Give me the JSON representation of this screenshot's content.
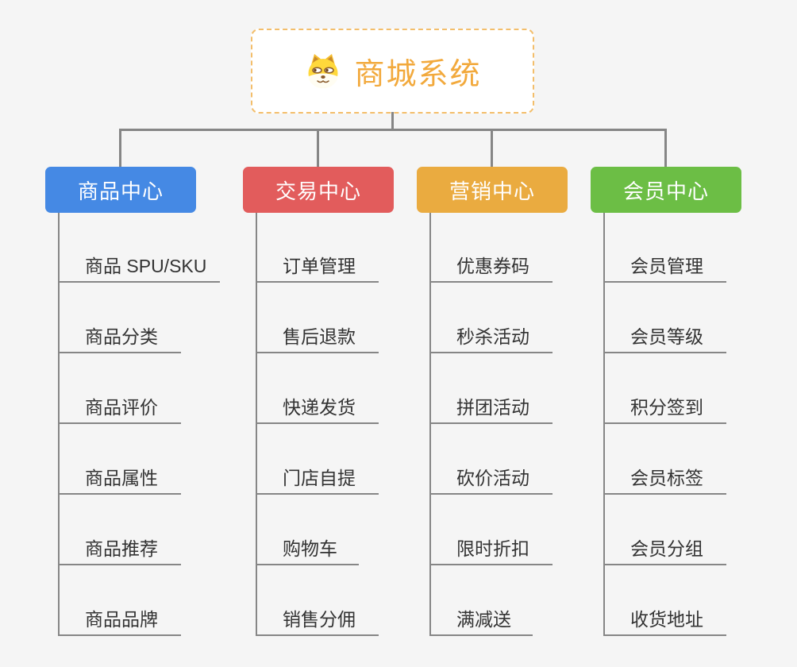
{
  "page": {
    "background": "#f5f5f5",
    "connector_color": "#868686"
  },
  "root": {
    "title": "商城系统",
    "icon": "doge-face-icon",
    "title_color": "#f2a93c",
    "border_color": "#f3be6b"
  },
  "branches": [
    {
      "label": "商品中心",
      "color": "#4589e4",
      "items": [
        "商品 SPU/SKU",
        "商品分类",
        "商品评价",
        "商品属性",
        "商品推荐",
        "商品品牌"
      ]
    },
    {
      "label": "交易中心",
      "color": "#e25c5c",
      "items": [
        "订单管理",
        "售后退款",
        "快递发货",
        "门店自提",
        "购物车",
        "销售分佣"
      ]
    },
    {
      "label": "营销中心",
      "color": "#eaab40",
      "items": [
        "优惠券码",
        "秒杀活动",
        "拼团活动",
        "砍价活动",
        "限时折扣",
        "满减送"
      ]
    },
    {
      "label": "会员中心",
      "color": "#6cbe45",
      "items": [
        "会员管理",
        "会员等级",
        "积分签到",
        "会员标签",
        "会员分组",
        "收货地址"
      ]
    }
  ]
}
